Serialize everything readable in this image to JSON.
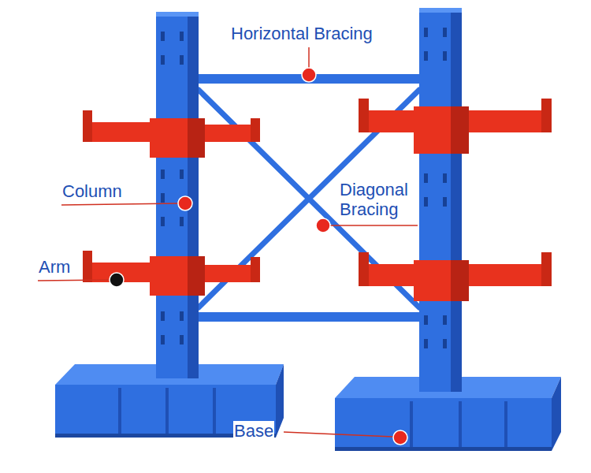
{
  "diagram": {
    "labels": [
      "Horizontal Bracing",
      "Column",
      "Diagonal Bracing",
      "Arm",
      "Base"
    ]
  }
}
